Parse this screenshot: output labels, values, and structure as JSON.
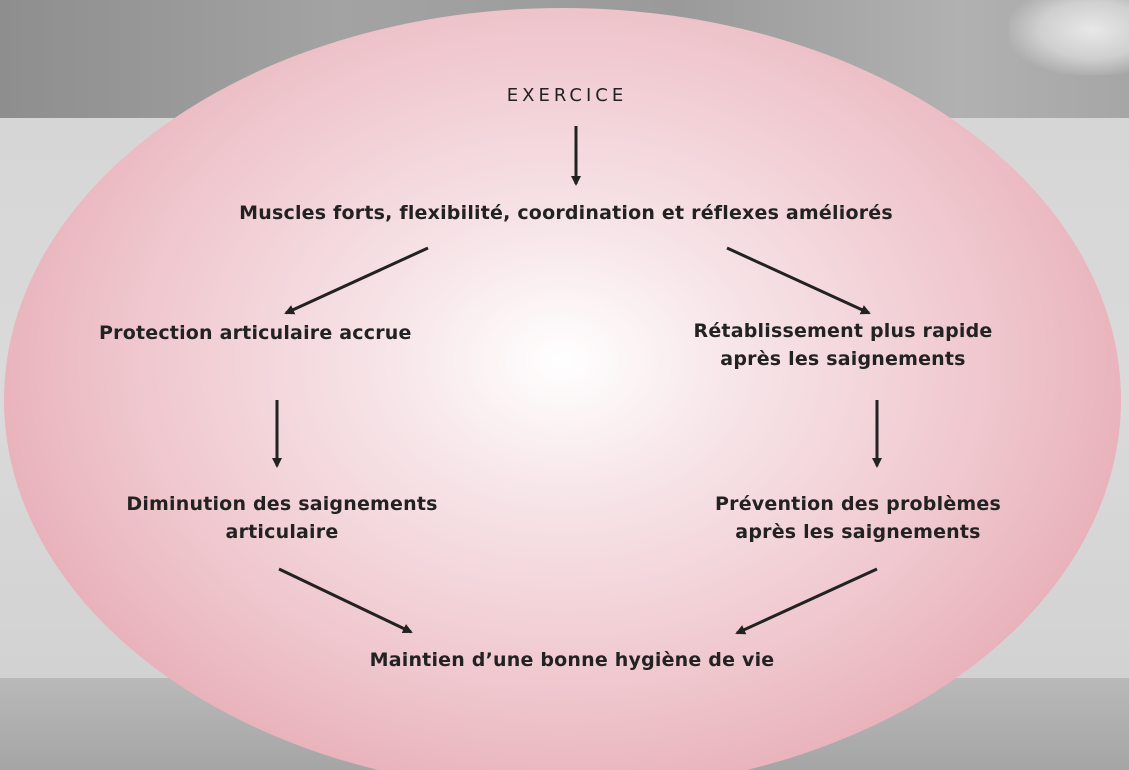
{
  "diagram": {
    "title": "EXERCICE",
    "nodes": {
      "muscles": "Muscles forts, flexibilité, coordination et réflexes améliorés",
      "protection": "Protection articulaire accrue",
      "retablissement_line1": "Rétablissement plus rapide",
      "retablissement_line2": "après les saignements",
      "diminution_line1": "Diminution des saignements",
      "diminution_line2": "articulaire",
      "prevention_line1": "Prévention des problèmes",
      "prevention_line2": "après les saignements",
      "maintien": "Maintien d’une bonne hygiène de vie"
    },
    "colors": {
      "ellipse_edge": "#e19ea9",
      "ellipse_center": "#ffffff",
      "text": "#222222",
      "arrow": "#222222"
    }
  }
}
